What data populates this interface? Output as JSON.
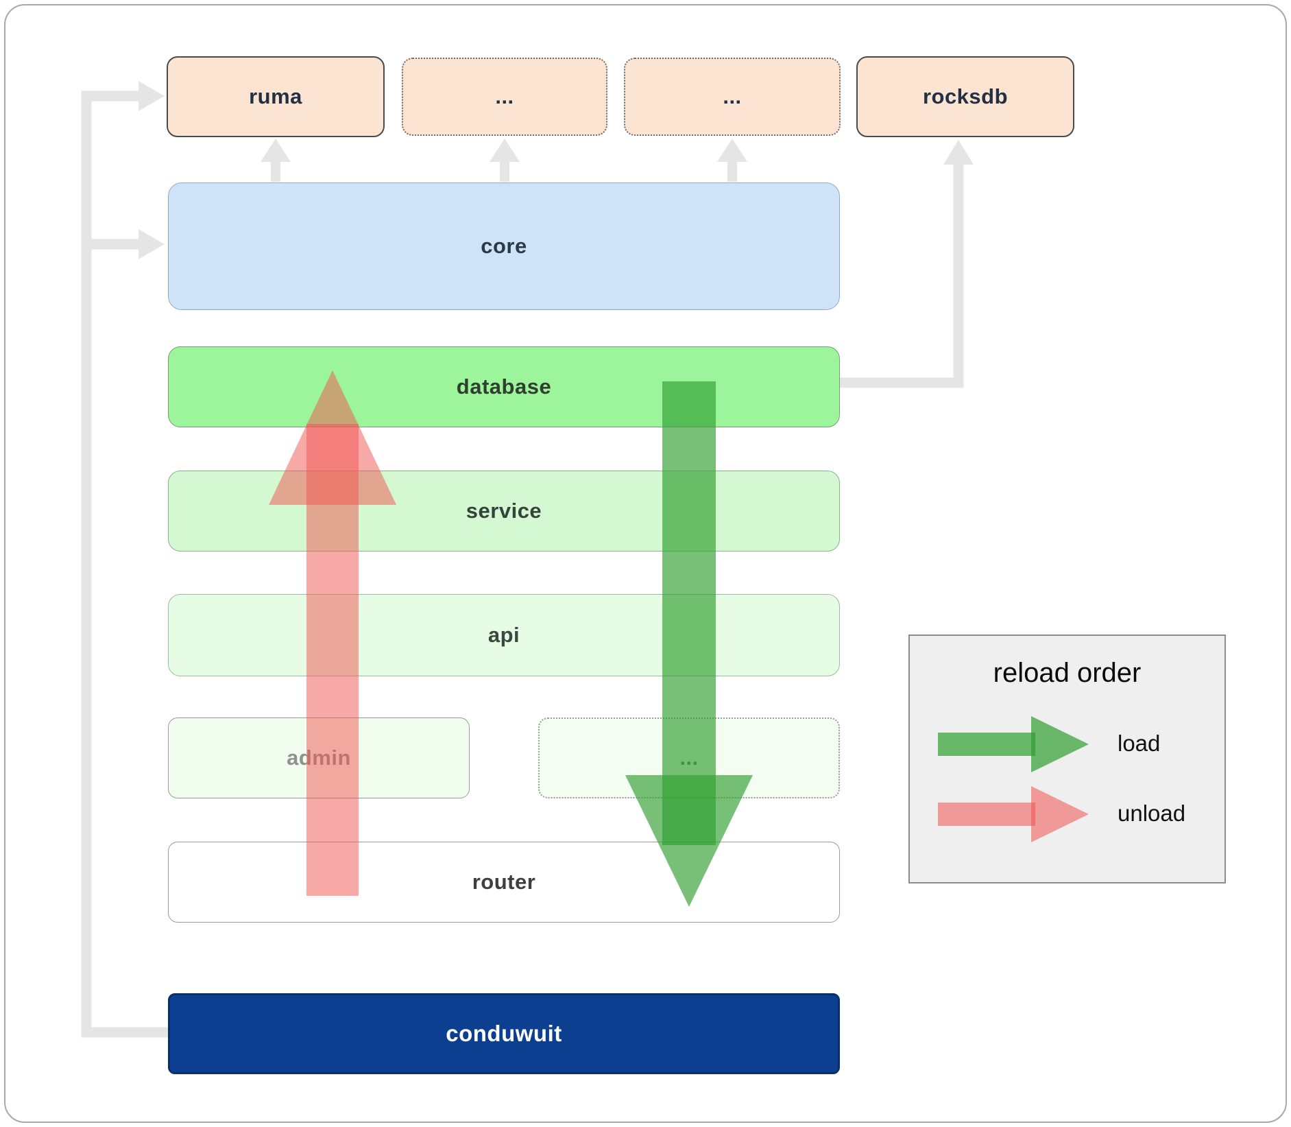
{
  "top_row": [
    {
      "label": "ruma"
    },
    {
      "label": "..."
    },
    {
      "label": "..."
    },
    {
      "label": "rocksdb"
    }
  ],
  "layers": {
    "core": "core",
    "database": "database",
    "service": "service",
    "api": "api",
    "admin": "admin",
    "more": "...",
    "router": "router",
    "conduwuit": "conduwuit"
  },
  "legend": {
    "title": "reload order",
    "load_label": "load",
    "unload_label": "unload"
  },
  "colors": {
    "module_peach": "#fbe4d2",
    "core_blue": "#cfe3f8",
    "database_green": "#9cf59a",
    "service_green": "#d4f8d1",
    "api_green": "#e6fce4",
    "admin_green": "#f0fdef",
    "conduwuit_blue": "#0d3f91",
    "load_arrow_green": "#2f9e2f",
    "unload_arrow_red": "#ef5350",
    "connector_gray": "#e5e5e5"
  }
}
